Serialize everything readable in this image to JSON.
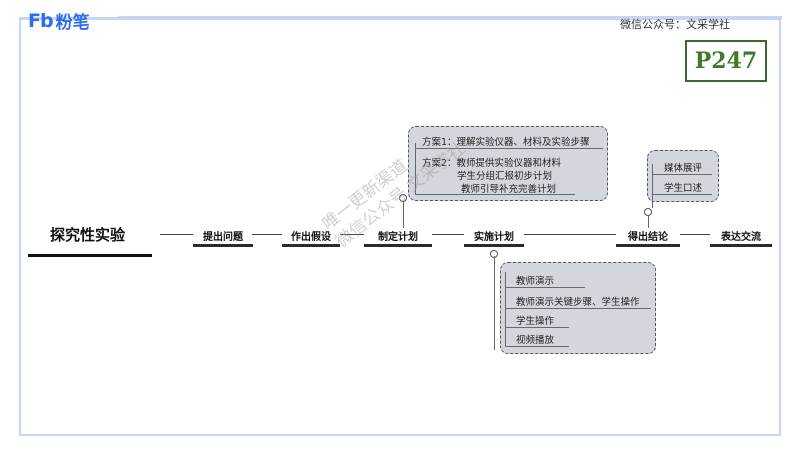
{
  "header": {
    "logo_mark": "Fb",
    "logo_text": "粉笔",
    "wechat": "微信公众号：文采学社",
    "page_number": "P247"
  },
  "diagram": {
    "root": "探究性实验",
    "nodes": [
      "提出问题",
      "作出假设",
      "制定计划",
      "实施计划",
      "得出结论",
      "表达交流"
    ],
    "plan_options": {
      "option1": "方案1：理解实验仪器、材料及实验步骤",
      "option2_line1": "方案2：教师提供实验仪器和材料",
      "option2_line2": "学生分组汇报初步计划",
      "option2_line3": "教师引导补充完善计划"
    },
    "implement_items": [
      "教师演示",
      "教师演示关键步骤、学生操作",
      "学生操作",
      "视频播放"
    ],
    "conclusion_items": [
      "媒体展评",
      "学生口述"
    ]
  },
  "watermark": {
    "line1": "唯一更新渠道",
    "line2": "微信公众号  文采学社"
  },
  "colors": {
    "brand": "#2f6df0",
    "frame": "#c6d5f2",
    "page_number": "#3f7a2a",
    "group_fill": "#d3d6dd"
  }
}
